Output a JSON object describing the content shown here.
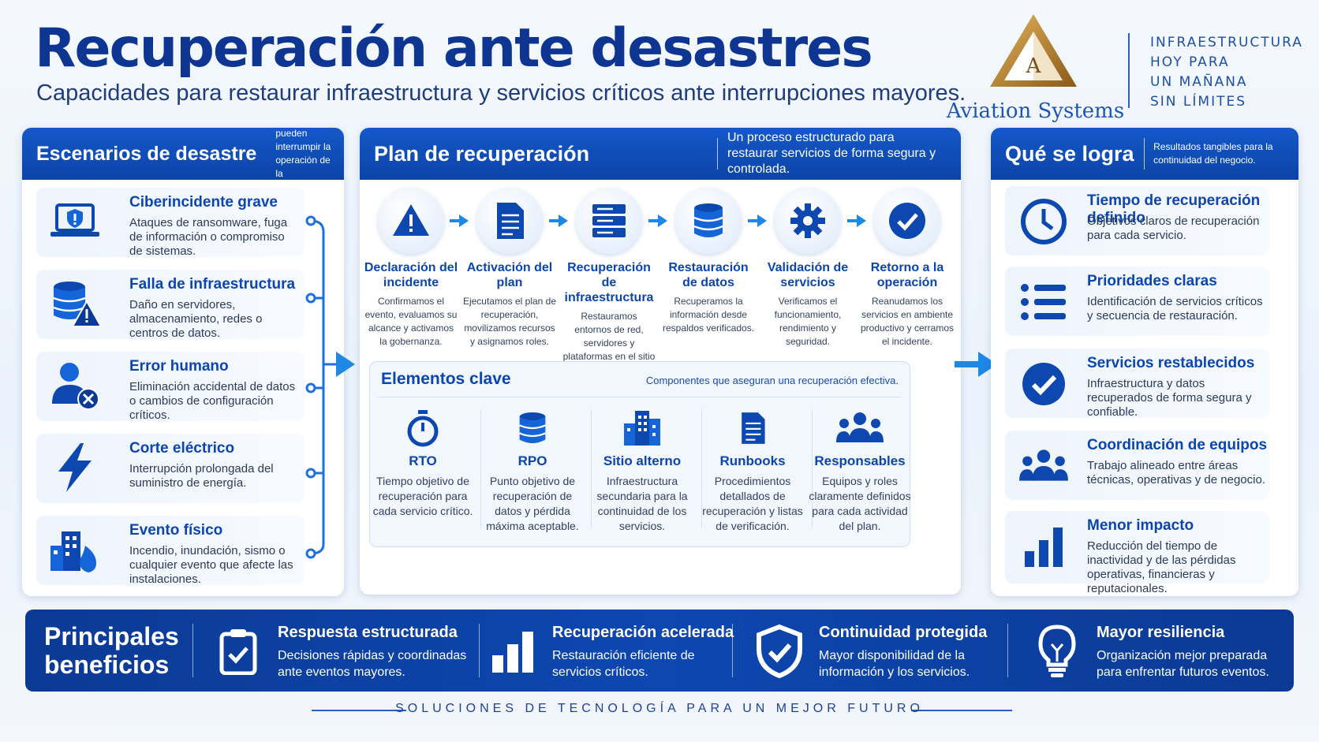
{
  "header": {
    "title": "Recuperación ante desastres",
    "subtitle": "Capacidades para restaurar infraestructura y servicios críticos ante interrupciones mayores."
  },
  "brand": {
    "logo_letter": "A",
    "name": "Aviation Systems",
    "tagline": [
      "INFRAESTRUCTURA",
      "HOY PARA",
      "UN MAÑANA",
      "SIN LÍMITES"
    ]
  },
  "colors": {
    "primary": "#0c45ad",
    "dark_blue": "#0b3a94",
    "accent": "#1e88e5",
    "gold": "#c8902e"
  },
  "scenarios": {
    "title": "Escenarios de desastre",
    "description": "Eventos que pueden interrumpir la operación de la organización.",
    "items": [
      {
        "icon": "laptop-shield-icon",
        "title": "Ciberincidente grave",
        "desc": "Ataques de ransomware, fuga de información o compromiso de sistemas."
      },
      {
        "icon": "database-warning-icon",
        "title": "Falla de infraestructura",
        "desc": "Daño en servidores, almacenamiento, redes o centros de datos."
      },
      {
        "icon": "user-error-icon",
        "title": "Error humano",
        "desc": "Eliminación accidental de datos o cambios de configuración críticos."
      },
      {
        "icon": "lightning-icon",
        "title": "Corte eléctrico",
        "desc": "Interrupción prolongada del suministro de energía."
      },
      {
        "icon": "building-fire-icon",
        "title": "Evento físico",
        "desc": "Incendio, inundación, sismo o cualquier evento que afecte las instalaciones."
      }
    ]
  },
  "plan": {
    "title": "Plan de recuperación",
    "description": "Un proceso estructurado para restaurar servicios de forma segura y controlada.",
    "steps": [
      {
        "icon": "warning-icon",
        "title": "Declaración del incidente",
        "desc": "Confirmamos el evento, evaluamos su alcance y activamos la gobernanza."
      },
      {
        "icon": "document-icon",
        "title": "Activación del plan",
        "desc": "Ejecutamos el plan de recuperación, movilizamos recursos y asignamos roles."
      },
      {
        "icon": "server-icon",
        "title": "Recuperación de infraestructura",
        "desc": "Restauramos entornos de red, servidores y plataformas en el sitio alterno o en la nube."
      },
      {
        "icon": "database-icon",
        "title": "Restauración de datos",
        "desc": "Recuperamos la información desde respaldos verificados."
      },
      {
        "icon": "gear-icon",
        "title": "Validación de servicios",
        "desc": "Verificamos el funcionamiento, rendimiento y seguridad."
      },
      {
        "icon": "check-icon",
        "title": "Retorno a la operación",
        "desc": "Reanudamos los servicios en ambiente productivo y cerramos el incidente."
      }
    ],
    "elements": {
      "title": "Elementos clave",
      "description": "Componentes que aseguran una recuperación efectiva.",
      "items": [
        {
          "icon": "stopwatch-icon",
          "title": "RTO",
          "desc": "Tiempo objetivo de recuperación para cada servicio crítico."
        },
        {
          "icon": "database-icon",
          "title": "RPO",
          "desc": "Punto objetivo de recuperación de datos y pérdida máxima aceptable."
        },
        {
          "icon": "buildings-icon",
          "title": "Sitio alterno",
          "desc": "Infraestructura secundaria para la continuidad de los servicios."
        },
        {
          "icon": "document-icon",
          "title": "Runbooks",
          "desc": "Procedimientos detallados de recuperación y listas de verificación."
        },
        {
          "icon": "team-icon",
          "title": "Responsables",
          "desc": "Equipos y roles claramente definidos para cada actividad del plan."
        }
      ]
    }
  },
  "achievements": {
    "title": "Qué se logra",
    "description": "Resultados tangibles para la continuidad del negocio.",
    "items": [
      {
        "icon": "clock-icon",
        "title": "Tiempo de recuperación definido",
        "desc": "Objetivos claros de recuperación para cada servicio."
      },
      {
        "icon": "list-icon",
        "title": "Prioridades claras",
        "desc": "Identificación de servicios críticos y secuencia de restauración."
      },
      {
        "icon": "check-circle-icon",
        "title": "Servicios restablecidos",
        "desc": "Infraestructura y datos recuperados de forma segura y confiable."
      },
      {
        "icon": "team-icon",
        "title": "Coordinación de equipos",
        "desc": "Trabajo alineado entre áreas técnicas, operativas y de negocio."
      },
      {
        "icon": "bar-chart-icon",
        "title": "Menor impacto",
        "desc": "Reducción del tiempo de inactividad y de las pérdidas operativas, financieras y reputacionales."
      }
    ]
  },
  "benefits": {
    "title": "Principales beneficios",
    "items": [
      {
        "icon": "clipboard-check-icon",
        "title": "Respuesta estructurada",
        "desc": "Decisiones rápidas y coordinadas ante eventos mayores."
      },
      {
        "icon": "bar-chart-icon",
        "title": "Recuperación acelerada",
        "desc": "Restauración eficiente de servicios críticos."
      },
      {
        "icon": "shield-check-icon",
        "title": "Continuidad protegida",
        "desc": "Mayor disponibilidad de la información y los servicios."
      },
      {
        "icon": "lightbulb-icon",
        "title": "Mayor resiliencia",
        "desc": "Organización mejor preparada para enfrentar futuros eventos."
      }
    ]
  },
  "footer": "SOLUCIONES DE TECNOLOGÍA PARA UN MEJOR FUTURO"
}
